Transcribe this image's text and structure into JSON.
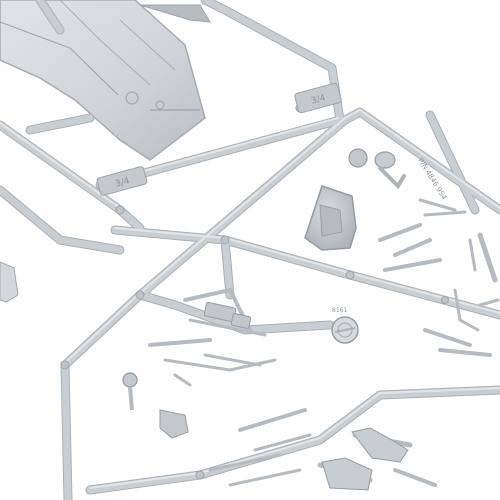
{
  "photo": {
    "mold_text_1": "3/4",
    "mold_text_2": "3/4",
    "sprue_code": "P/N 4846 9S4",
    "part_code": "8161"
  },
  "colors": {
    "background": "#ffffff",
    "plastic": "#c9ced3",
    "plastic_shadow": "#9ea4aa",
    "plastic_light": "#e4e7ea"
  }
}
